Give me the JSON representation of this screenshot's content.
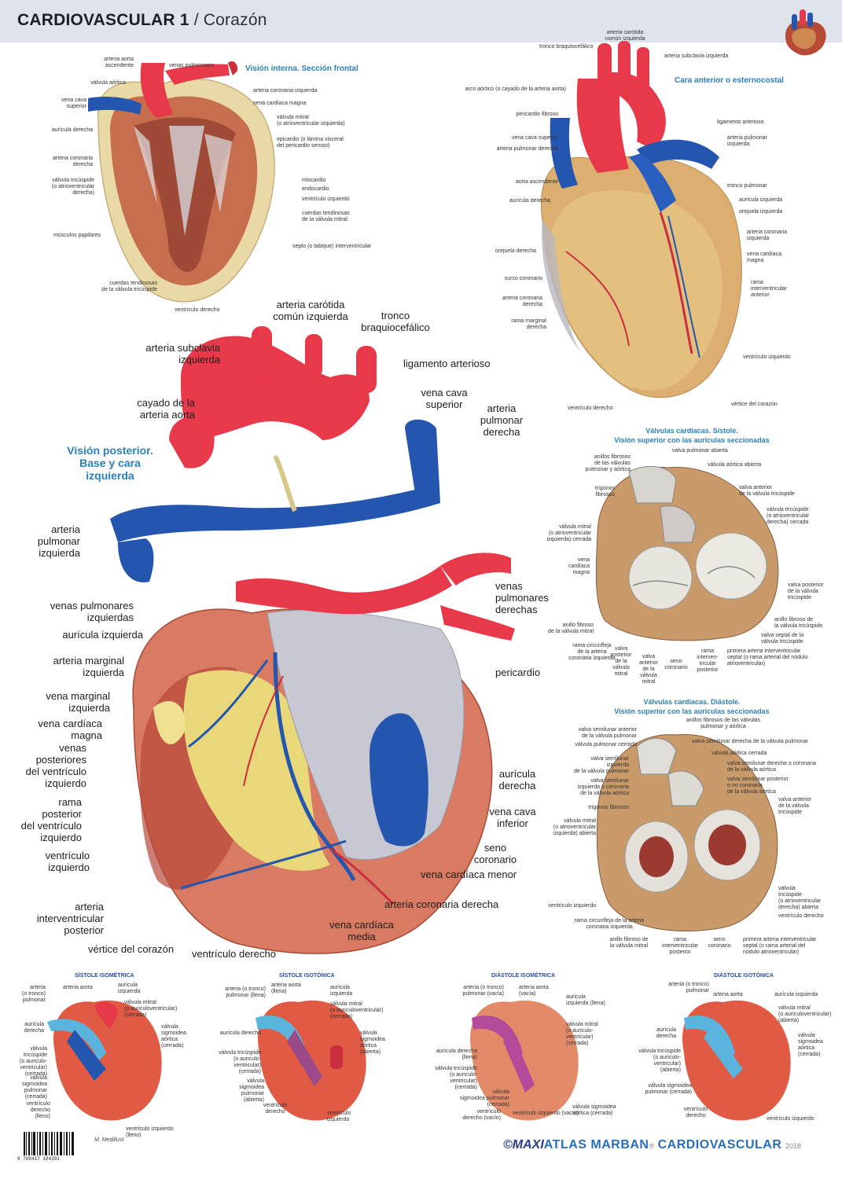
{
  "header": {
    "title": "CARDIOVASCULAR 1",
    "separator": "/",
    "subtitle": "Corazón"
  },
  "panel_internal": {
    "heading": "Visión interna. Sección frontal",
    "labels": [
      "arteria aorta\nascendente",
      "venas pulmonares",
      "válvula aórtica",
      "vena cava\nsuperior",
      "aurícula derecha",
      "arteria coronaria\nderecha",
      "válvula tricúspide\n(o atrioventricular\nderecha)",
      "músculos papilares",
      "cuerdas tendinosas\nde la válvula tricúspide",
      "ventrículo derecho",
      "arteria coronaria izquierda",
      "vena cardíaca magna",
      "válvula mitral\n(o atrioventricular izquierda)",
      "epicardio (o lámina visceral\ndel pericardio seroso)",
      "miocardio",
      "endocardio",
      "ventrículo izquierdo",
      "cuerdas tendinosas\nde la válvula mitral",
      "septo (o tabique) interventricular"
    ]
  },
  "panel_anterior": {
    "heading": "Cara anterior o esternocostal",
    "labels": [
      "arteria carótida\ncomún izquierda",
      "tronco braquiocefálico",
      "arteria subclavia izquierda",
      "arco aórtico (o cayado de la arteria aorta)",
      "pericardio fibroso",
      "vena cava superior",
      "arteria pulmonar derecha",
      "aorta ascendente",
      "aurícula derecha",
      "orejuela derecha",
      "surco coronario",
      "arteria coronaria\nderecha",
      "rama marginal\nderecha",
      "ventrículo derecho",
      "ligamento arterioso",
      "arteria pulmonar\nizquierda",
      "tronco pulmonar",
      "aurícula izquierda",
      "orejuela izquierda",
      "arteria coronaria\nizquierda",
      "vena cardíaca\nmagna",
      "rama\ninterventricular\nanterior",
      "ventrículo izquierdo",
      "vértice del corazón"
    ]
  },
  "panel_posterior": {
    "heading": "Visión posterior.\nBase y cara\nizquierda",
    "labels": [
      "arteria subclavia\nizquierda",
      "arteria carótida\ncomún izquierda",
      "tronco\nbraquiocefálico",
      "ligamento arterioso",
      "cayado de la\narteria aorta",
      "vena cava\nsuperior",
      "arteria\npulmonar\nderecha",
      "arteria\npulmonar\nizquierda",
      "venas pulmonares\nizquierdas",
      "aurícula izquierda",
      "arteria marginal\nizquierda",
      "vena marginal\nizquierda",
      "vena cardíaca\nmagna",
      "venas\nposteriores\ndel ventrículo\nizquierdo",
      "rama\nposterior\ndel ventrículo\nizquierdo",
      "ventrículo\nizquierdo",
      "arteria\ninterventricular\nposterior",
      "vértice del corazón",
      "ventrículo derecho",
      "venas\npulmonares\nderechas",
      "pericardio",
      "aurícula\nderecha",
      "vena cava\ninferior",
      "seno\ncoronario",
      "vena cardíaca menor",
      "arteria coronaria derecha",
      "vena cardíaca\nmedia"
    ]
  },
  "panel_systole": {
    "heading": "Válvulas cardíacas. Sístole.",
    "subheading": "Visión superior con las aurículas seccionadas",
    "labels": [
      "valva pulmonar abierta",
      "anillos fibrosos\nde las válvulas\npulmonar y aórtica",
      "válvula aórtica abierta",
      "trígonos\nfibrosos",
      "valva anterior\nde la válvula tricúspide",
      "válvula mitral\n(o atrioventricular\nizquierda) cerrada",
      "válvula tricúspide\n(o atrioventricular\nderecha) cerrada",
      "vena\ncardíaca\nmagna",
      "valva posterior\nde la válvula\ntricúspide",
      "anillo fibroso\nde la válvula mitral",
      "anillo fibroso de\nla válvula tricúspide",
      "rama circunfleja\nde la arteria\ncoronaria izquierda",
      "valva\nposterior\nde la\nválvula\nmitral",
      "valva\nanterior\nde la\nválvula\nmitral",
      "seno\ncoronario",
      "rama\ninterven-\ntricular\nposterior",
      "valva septal de la\nválvula tricúspide",
      "primera arteria interventricular\nseptal (o rama arterial del nódulo\natrioventricular)"
    ]
  },
  "panel_diastole": {
    "heading": "Válvulas cardíacas. Diástole.",
    "subheading": "Visión superior con las aurículas seccionadas",
    "labels": [
      "anillos fibrosos de las válvulas\npulmonar y aórtica",
      "valva semilunar anterior\nde la válvula pulmonar",
      "válvula pulmonar cerrada",
      "valva semilunar derecha de la válvula pulmonar",
      "válvula aórtica cerrada",
      "valva semilunar\nizquierda\nde la válvula pulmonar",
      "valva semilunar derecha o coronaria\nde la válvula aórtica",
      "valva semilunar\nizquierda o coronaria\nde la válvula aórtica",
      "valva semilunar posterior\no no coronaria\nde la válvula aórtica",
      "trígonos fibrosos",
      "valva anterior\nde la válvula\ntricúspide",
      "válvula mitral\n(o atrioventricular\nizquierda) abierta",
      "válvula\ntricúspide\n(o atrioventricular\nderecha) abierta",
      "ventrículo izquierdo",
      "ventrículo derecho",
      "rama circunfleja de la arteria\ncoronaria izquierda",
      "anillo fibroso de\nla válvula mitral",
      "rama\ninterventricular\nposterior",
      "seno\ncoronario",
      "primera arteria interventricular\nseptal (o rama arterial del\nnódulo atrioventricular)"
    ]
  },
  "phases": [
    {
      "title": "SÍSTOLE ISOMÉTRICA",
      "labels": [
        "arteria\n(o tronco)\npulmonar",
        "arteria aorta",
        "aurícula\nizquierda",
        "válvula mitral\n(o auriculoventricular)\n(cerrada)",
        "aurícula\nderecha",
        "válvula\nsigmoidea\naórtica\n(cerrada)",
        "válvula tricúspide\n(o auriculo-\nventricular)\n(cerrada)",
        "válvula\nsigmoidea\npulmonar\n(cerrada)",
        "ventrículo\nderecho\n(lleno)",
        "ventrículo izquierdo\n(lleno)"
      ]
    },
    {
      "title": "SÍSTOLE ISOTÓNICA",
      "labels": [
        "arteria (o tronco)\npulmonar (llena)",
        "arteria aorta\n(llena)",
        "aurícula\nizquierda",
        "válvula mitral\n(o auriculoventricular)\n(cerrada)",
        "aurícula derecha",
        "válvula\nsigmoidea\naórtica\n(abierta)",
        "válvula tricúspide\n(o auriculo-\nventricular)\n(cerrada)",
        "válvula\nsigmoidea\npulmonar\n(abierta)",
        "ventrículo\nderecho",
        "ventrículo\nizquierdo"
      ]
    },
    {
      "title": "DIÁSTOLE ISOMÉTRICA",
      "labels": [
        "arteria (o tronco)\npulmonar (vacía)",
        "arteria aorta\n(vacía)",
        "aurícula\nizquierda (llena)",
        "válvula mitral\n(o auriculo-\nventricular)\n(cerrada)",
        "aurícula derecha\n(llena)",
        "válvula tricúspide\n(o auriculo-\nventricular)\n(cerrada)",
        "válvula\nsigmoidea pulmonar\n(cerrada)",
        "ventrículo\nderecho (vacío)",
        "ventrículo izquierdo (vacío)",
        "válvula sigmoidea\naórtica (cerrada)"
      ]
    },
    {
      "title": "DIÁSTOLE ISOTÓNICA",
      "labels": [
        "arteria (o tronco)\npulmonar",
        "arteria aorta",
        "aurícula izquierda",
        "válvula mitral\n(o auriculoventricular)\n(abierta)",
        "aurícula\nderecha",
        "válvula\nsigmoidea\naórtica\n(cerrada)",
        "válvula tricúspide\n(o auriculo-\nventricular)\n(abierta)",
        "válvula sigmoidea\npulmonar (cerrada)",
        "ventrículo\nderecho",
        "ventrículo izquierdo"
      ]
    }
  ],
  "footer": {
    "barcode_number": "9 788417 184391",
    "publisher": "M. Medillust",
    "brand_maxi": "©MAXI",
    "brand_atlas": "ATLAS MARBAN",
    "brand_trade": "®",
    "brand_series": "CARDIOVASCULAR",
    "year": "2018"
  },
  "colors": {
    "artery": "#e8394a",
    "vein": "#2456b0",
    "fat": "#e8d87a",
    "myocardium": "#c96a4a",
    "heading_blue": "#2d7fb8",
    "header_bg": "#dfe3ec"
  }
}
